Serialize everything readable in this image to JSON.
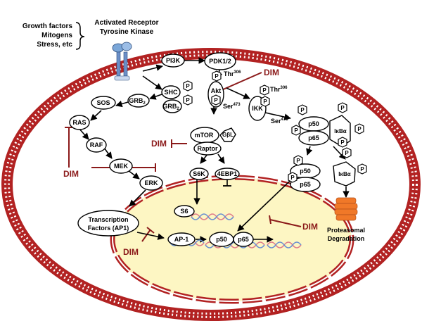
{
  "stimuli": {
    "line1": "Growth factors",
    "line2": "Mitogens",
    "line3": "Stress, etc"
  },
  "receptor": {
    "line1": "Activated Receptor",
    "line2": "Tyrosine Kinase"
  },
  "inhibitor": "DIM",
  "phospho": "P",
  "nodes": {
    "pi3k": "PI3K",
    "pdk": "PDK1/2",
    "akt": "Akt",
    "shc": "SHC",
    "grb2a_main": "GRB",
    "grb2b_main": "GRB",
    "sub2": "2",
    "sos": "SOS",
    "ras": "RAS",
    "raf": "RAF",
    "mek": "MEK",
    "erk": "ERK",
    "ikk": "IKK",
    "mtor": "mTOR",
    "gbl_main": "G",
    "gbl_beta": "β",
    "gbl_end": "L",
    "raptor": "Raptor",
    "s6k": "S6K",
    "ebp": "4EBP1",
    "tf_line1": "Transcription",
    "tf_line2": "Factors (AP1)",
    "s6": "S6",
    "ap1": "AP-1",
    "p50": "p50",
    "p65": "p65",
    "ikb_main": "I",
    "ikb_kappa": "κ",
    "ikb_b": "B",
    "ikb_alpha": "α"
  },
  "sites": {
    "thr_main": "Thr",
    "thr_sup": "306",
    "ser_main": "Ser",
    "ser_sup": "473"
  },
  "proteasome": {
    "line1": "Proteasomal",
    "line2": "Degradation"
  },
  "colors": {
    "membrane": "#b22222",
    "inhibition": "#8b1a1a",
    "nucleus_fill": "#fdf6c3",
    "dna_a": "#e07a8a",
    "dna_b": "#6a8fd0",
    "proteasome": "#f07828",
    "receptor": "#7aa6d8"
  },
  "icons": [
    "receptor-icon",
    "proteasome-icon",
    "dna-helix-icon",
    "phosphate-icon"
  ]
}
